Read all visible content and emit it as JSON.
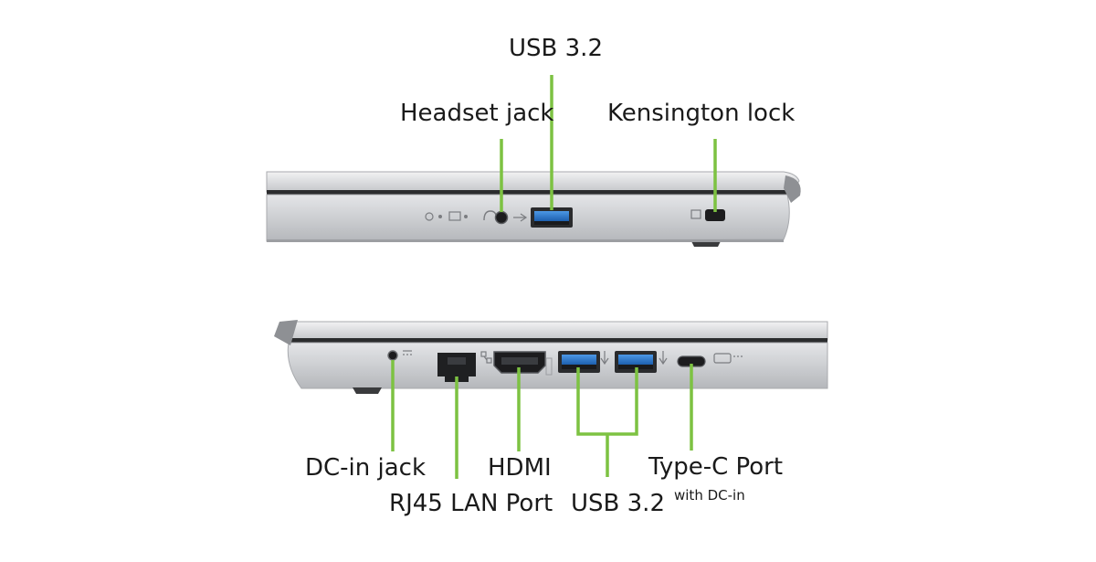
{
  "colors": {
    "callout": "#7dc242",
    "chassis": "#c9cbcf",
    "chassis_dark": "#9a9ca0",
    "port_blue": "#2f7fd4",
    "text": "#1a1a1a"
  },
  "top_view": {
    "labels": {
      "usb": "USB 3.2",
      "headset": "Headset jack",
      "kensington": "Kensington lock"
    },
    "icons": [
      "power-indicator-icon",
      "battery-indicator-icon",
      "headset-icon",
      "usb-icon",
      "lock-icon"
    ]
  },
  "bottom_view": {
    "labels": {
      "dc_in": "DC-in jack",
      "rj45": "RJ45 LAN Port",
      "hdmi": "HDMI",
      "usb": "USB 3.2",
      "type_c": "Type-C Port",
      "type_c_sub": "with DC-in"
    },
    "icons": [
      "dc-power-icon",
      "network-icon",
      "hdmi-icon",
      "usb-icon",
      "usb-c-icon"
    ]
  }
}
